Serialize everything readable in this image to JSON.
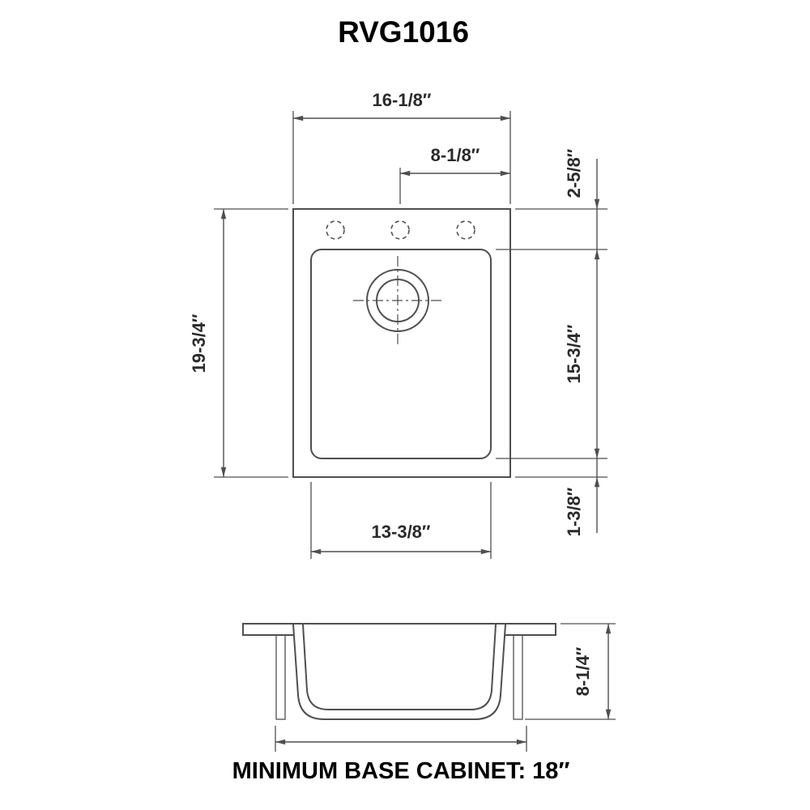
{
  "title": "RVG1016",
  "top_view": {
    "overall_width": "16-1/8″",
    "faucet_to_edge": "8-1/8″",
    "top_rim": "2-5/8″",
    "overall_depth": "19-3/4″",
    "bowl_depth": "15-3/4″",
    "bottom_rim": "1-3/8″",
    "bowl_width": "13-3/8″"
  },
  "side_view": {
    "bowl_height": "8-1/4″",
    "caption": "MINIMUM BASE CABINET: 18″"
  },
  "colors": {
    "line": "#4f4f4f",
    "text": "#2a2a2a"
  }
}
